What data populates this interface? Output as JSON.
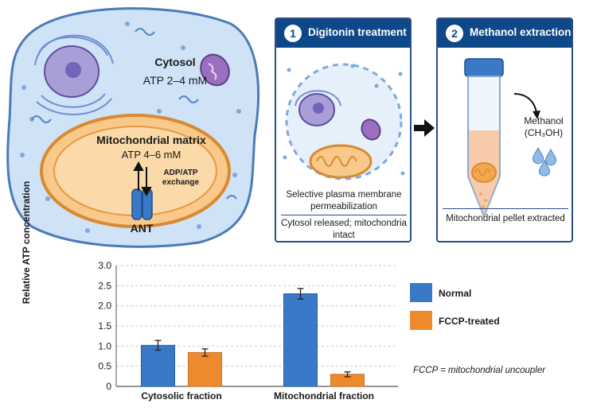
{
  "cell": {
    "cytosol_label": "Cytosol",
    "cytosol_atp": "ATP 2–4 mM",
    "matrix_label": "Mitochondrial matrix",
    "matrix_atp": "ATP 4–6 mM",
    "exchange_label": "ADP/ATP exchange",
    "ant_label": "ANT"
  },
  "steps": [
    {
      "number": "1",
      "title": "Digitonin treatment",
      "caption": "Selective plasma membrane permeabilization",
      "result": "Cytosol released; mitochondria intact"
    },
    {
      "number": "2",
      "title": "Methanol extraction",
      "reagent": "Methanol (CH₃OH)",
      "result": "Mitochondrial pellet extracted"
    }
  ],
  "colors": {
    "header_blue": "#0f4889",
    "normal": "#3a78c8",
    "fccp": "#ee8a2e",
    "cell_fill": "#cfe2f6",
    "mito_fill": "#f8c98a"
  },
  "chart_data": {
    "type": "bar",
    "categories": [
      "Cytosolic fraction",
      "Mitochondrial fraction"
    ],
    "series": [
      {
        "name": "Normal",
        "values": [
          1.02,
          2.3
        ],
        "errors": [
          0.12,
          0.13
        ],
        "color": "#3a78c8"
      },
      {
        "name": "FCCP-treated",
        "values": [
          0.84,
          0.3
        ],
        "errors": [
          0.09,
          0.06
        ],
        "color": "#ee8a2e"
      }
    ],
    "ylabel": "Relative ATP concentration",
    "ylim": [
      0,
      3.0
    ],
    "yticks": [
      "0",
      "0.5",
      "1.0",
      "1.5",
      "2.0",
      "2.5",
      "3.0"
    ],
    "grid": true,
    "legend_position": "right",
    "note": "FCCP = mitochondrial uncoupler"
  }
}
